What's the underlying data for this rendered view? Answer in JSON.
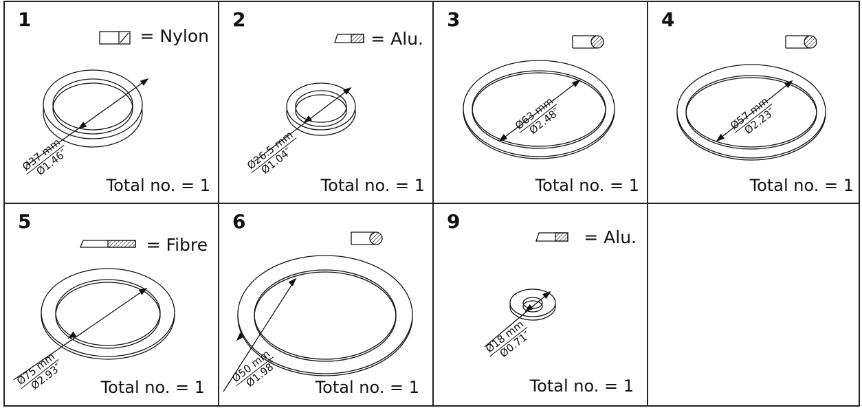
{
  "panels": [
    {
      "number": "1",
      "material": "= Nylon",
      "section_icon": "rectangular-section-icon",
      "dim_mm": "Ø37 mm",
      "dim_in": "Ø1.46″",
      "total": "Total no. = 1"
    },
    {
      "number": "2",
      "material": "= Alu.",
      "section_icon": "flat-section-icon",
      "dim_mm": "Ø26.5 mm",
      "dim_in": "Ø1.04″",
      "total": "Total no. = 1"
    },
    {
      "number": "3",
      "material": "",
      "section_icon": "round-section-icon",
      "dim_mm": "Ø63 mm",
      "dim_in": "Ø2.48″",
      "total": "Total no. = 1"
    },
    {
      "number": "4",
      "material": "",
      "section_icon": "round-section-icon",
      "dim_mm": "Ø57 mm",
      "dim_in": "Ø2.23″",
      "total": "Total no. = 1"
    },
    {
      "number": "5",
      "material": "= Fibre",
      "section_icon": "flat-section-icon",
      "dim_mm": "Ø75 mm",
      "dim_in": "Ø2.93″",
      "total": "Total no. = 1"
    },
    {
      "number": "6",
      "material": "",
      "section_icon": "round-section-icon",
      "dim_mm": "Ø50 mm",
      "dim_in": "Ø1.98″",
      "total": "Total no. = 1"
    },
    {
      "number": "9",
      "material": "= Alu.",
      "section_icon": "flat-section-icon",
      "dim_mm": "Ø18 mm",
      "dim_in": "Ø0.71″",
      "total": "Total no. = 1"
    }
  ]
}
